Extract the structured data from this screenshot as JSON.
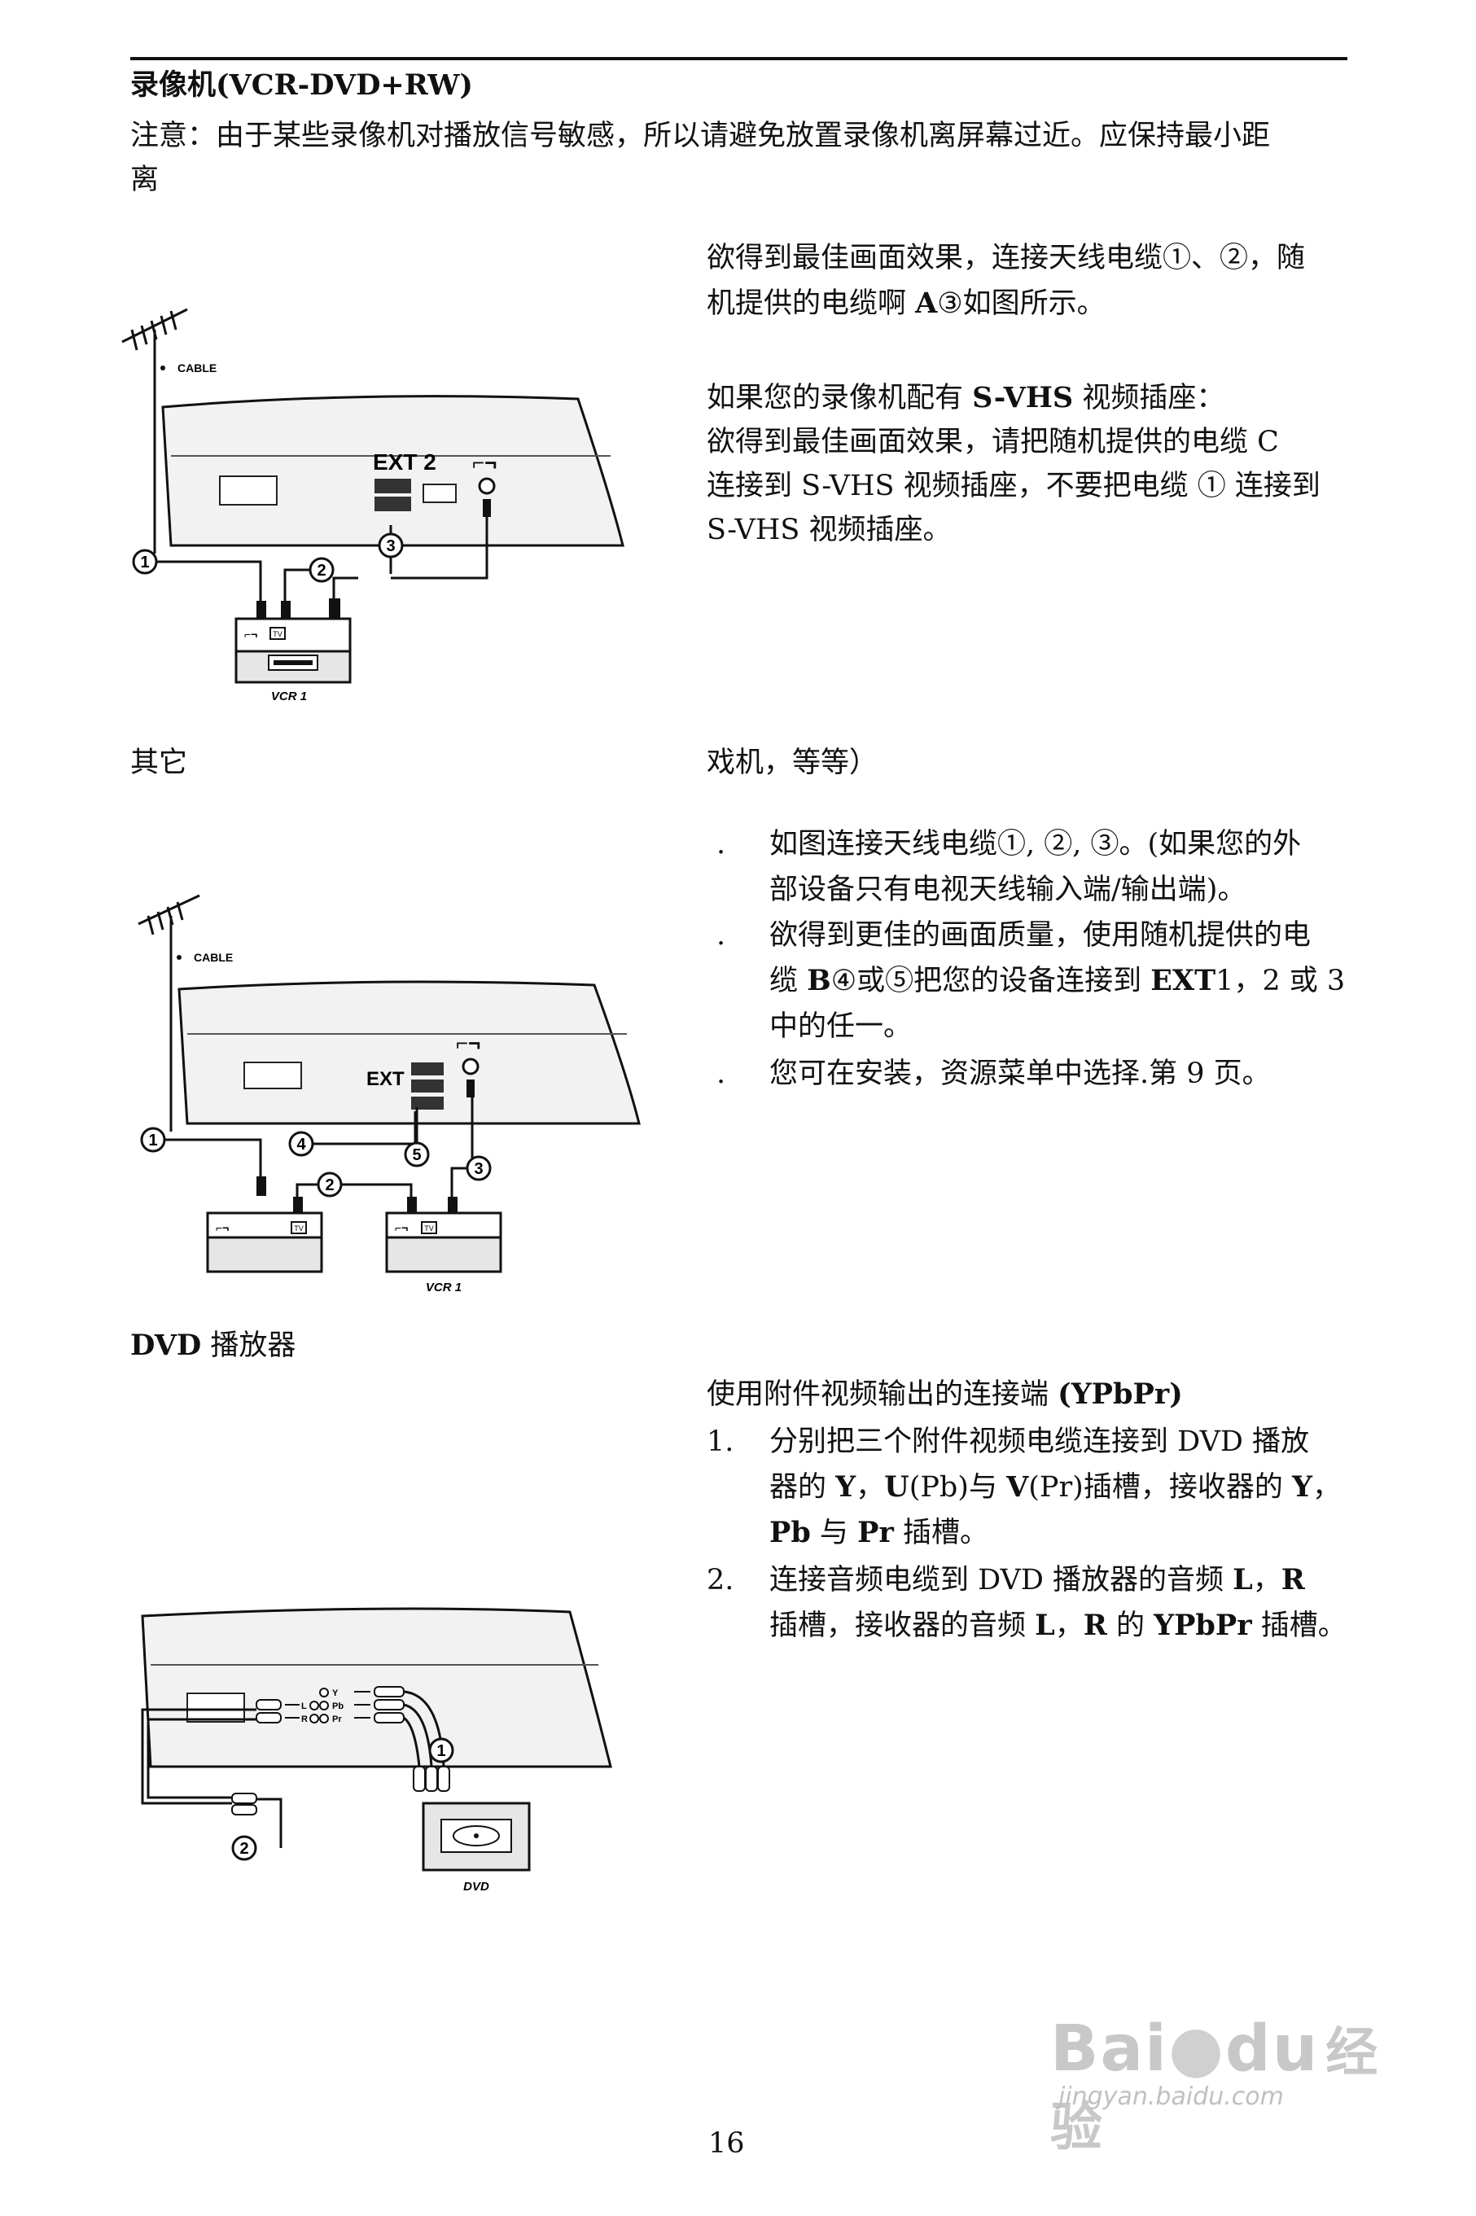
{
  "vcr": {
    "title": "录像机(VCR-DVD+RW)",
    "note_line1": "注意：由于某些录像机对播放信号敏感，所以请避免放置录像机离屏幕过近。应保持最小距",
    "note_line2": "离",
    "right": {
      "line1": "欲得到最佳画面效果，连接天线电缆①、②，随",
      "line2_a": "机提供的电缆啊 ",
      "line2_b": "A",
      "line2_c": "③如图所示。",
      "svhs_a": "如果您的录像机配有 ",
      "svhs_b": "S-VHS",
      "svhs_c": " 视频插座：",
      "svhs_line1": "欲得到最佳画面效果，请把随机提供的电缆 C",
      "svhs_line2": "连接到 S-VHS 视频插座，不要把电缆 ① 连接到",
      "svhs_line3": "S-VHS 视频插座。"
    },
    "diagram": {
      "cable_label": "CABLE",
      "ext_label": "EXT 2",
      "num1": "1",
      "num2": "2",
      "num3": "3",
      "vcr_label": "VCR 1",
      "tv_label": "TV"
    }
  },
  "other": {
    "heading": "其它",
    "heading_right": "戏机，等等）",
    "bullet_mark": ".",
    "b1_line1": "如图连接天线电缆①, ②, ③。(如果您的外",
    "b1_line2": "部设备只有电视天线输入端/输出端)。",
    "b2_line1": "欲得到更佳的画面质量，使用随机提供的电",
    "b2_line2_a": "缆 ",
    "b2_line2_b": "B",
    "b2_line2_c": "④或⑤把您的设备连接到 ",
    "b2_line2_d": "EXT",
    "b2_line2_e": "1，2  或  3",
    "b2_line3": "中的任一。",
    "b3_line1": "您可在安装，资源菜单中选择.第 9 页。",
    "diagram": {
      "cable_label": "CABLE",
      "ext_label": "EXT",
      "num1": "1",
      "num2": "2",
      "num3": "3",
      "num4": "4",
      "num5": "5",
      "vcr_label": "VCR 1",
      "tv_label": "TV"
    }
  },
  "dvd": {
    "heading_a": "DVD",
    "heading_b": " 播放器",
    "sub_a": "使用附件视频输出的连接端 ",
    "sub_b": "(YPbPr)",
    "n1": "1.",
    "i1_line1": "分别把三个附件视频电缆连接到 DVD 播放",
    "i1_line2_a": "器的 ",
    "i1_line2_b": "Y",
    "i1_line2_c": "，",
    "i1_line2_d": "U",
    "i1_line2_e": "(Pb)与 ",
    "i1_line2_f": "V",
    "i1_line2_g": "(Pr)插槽，接收器的 ",
    "i1_line2_h": "Y",
    "i1_line2_i": "，",
    "i1_line3_a": "Pb",
    "i1_line3_b": " 与 ",
    "i1_line3_c": "Pr",
    "i1_line3_d": " 插槽。",
    "n2": "2.",
    "i2_line1_a": "连接音频电缆到 DVD 播放器的音频 ",
    "i2_line1_b": "L",
    "i2_line1_c": "，",
    "i2_line1_d": "R",
    "i2_line2_a": "插槽，接收器的音频 ",
    "i2_line2_b": "L",
    "i2_line2_c": "，",
    "i2_line2_d": "R",
    "i2_line2_e": " 的 ",
    "i2_line2_f": "YPbPr",
    "i2_line2_g": " 插槽。",
    "diagram": {
      "y": "Y",
      "pb": "Pb",
      "pr": "Pr",
      "l": "L",
      "r": "R",
      "num1": "1",
      "num2": "2",
      "dvd_label": "DVD"
    }
  },
  "page_number": "16",
  "watermark": {
    "brand": "Bai",
    "brand_mid": "du",
    "brand_cn": "经验",
    "url": "jingyan.baidu.com"
  }
}
